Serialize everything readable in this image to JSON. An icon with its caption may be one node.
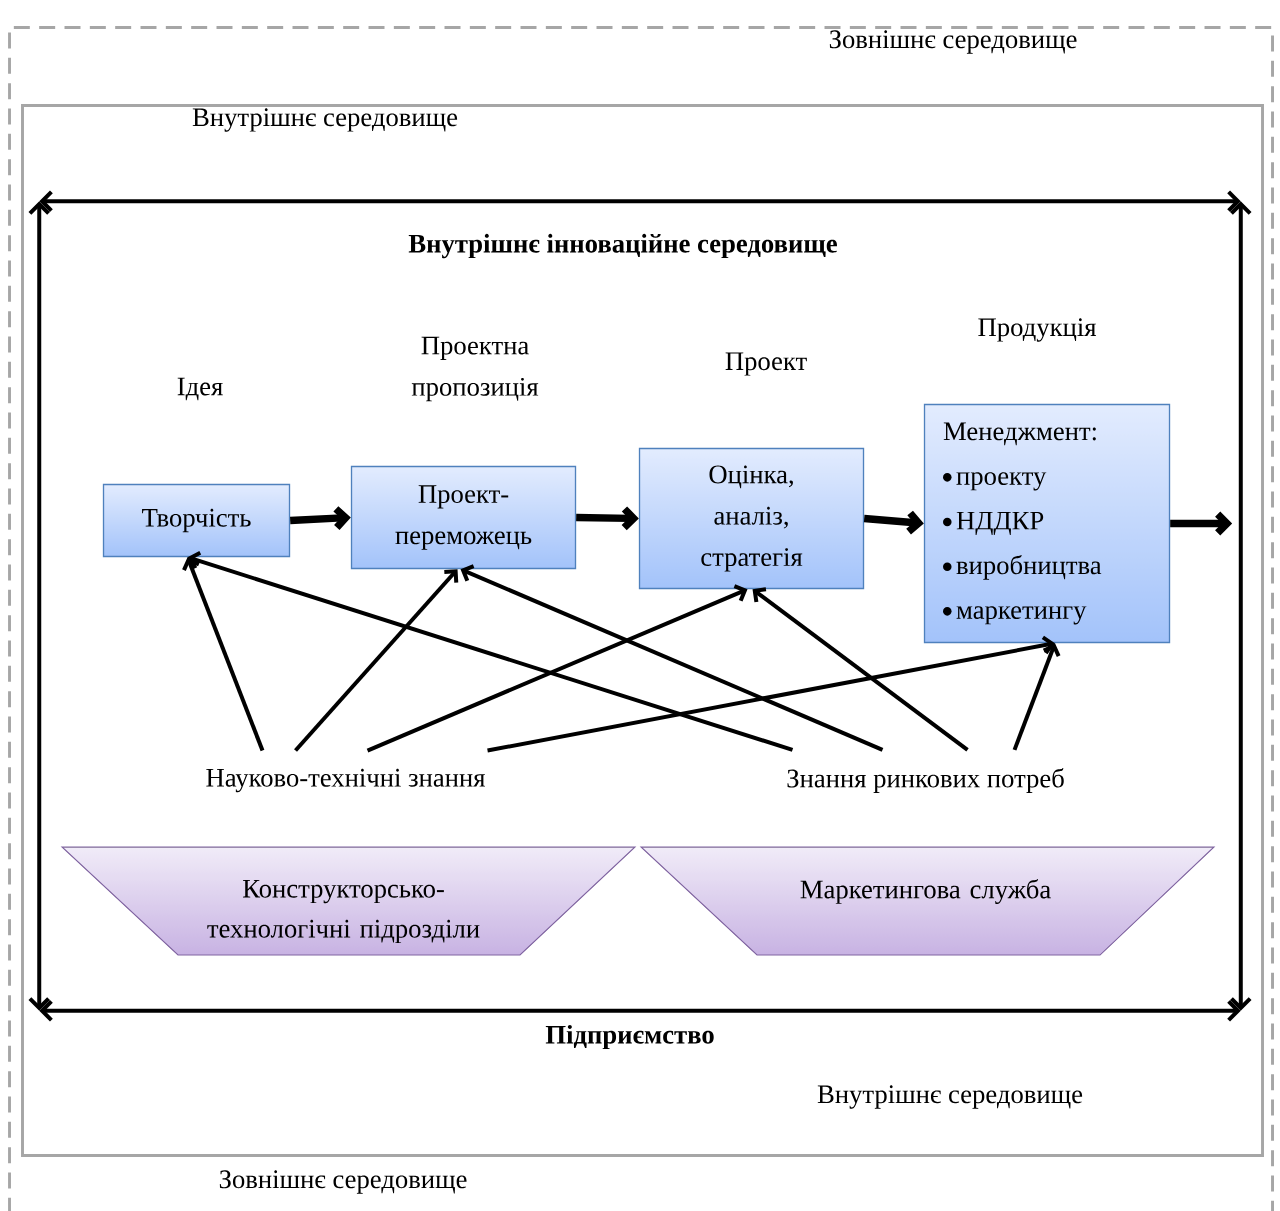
{
  "diagram": {
    "title": "Внутрішнє інноваційне середовище",
    "nodes": [
      {
        "text": [
          "Зовнішнє середовище",
          "Зовнішнє середовище"
        ]
      },
      {
        "text": [
          "Внутрішнє середовище",
          "Підприємство",
          "Внутрішнє середовище"
        ],
        "in": 0
      },
      {
        "text": [],
        "shape": "box",
        "in": 1
      },
      {
        "text": [
          "Творчість"
        ],
        "beside": [
          "Ідея"
        ],
        "in": 2
      },
      {
        "text": [
          "Проект-переможець"
        ],
        "beside": [
          "Проектна пропозиція"
        ],
        "in": 2
      },
      {
        "text": [
          "Оцінка, аналіз, стратегія"
        ],
        "beside": [
          "Проект"
        ],
        "in": 2
      },
      {
        "text": [
          "Менеджмент:",
          "проекту",
          "НДДКР",
          "виробництва",
          "маркетингу"
        ],
        "beside": [
          "Продукція"
        ],
        "in": 2
      },
      {
        "text": [
          "Науково-технічні знання"
        ],
        "in": 2
      },
      {
        "text": [
          "Знання ринкових потреб"
        ],
        "in": 2
      },
      {
        "text": [
          "Конструкторсько-технологічні підрозділи"
        ],
        "in": 2
      },
      {
        "text": [
          "Маркетингова служба"
        ],
        "in": 2
      }
    ],
    "edges": [
      {
        "from": 3,
        "to": 4,
        "arrow": "to",
        "style": "thick"
      },
      {
        "from": 4,
        "to": 5,
        "arrow": "to",
        "style": "thick"
      },
      {
        "from": 5,
        "to": 6,
        "arrow": "to",
        "style": "thick"
      },
      {
        "from": 6,
        "to": null,
        "arrow": "to",
        "style": "thick"
      },
      {
        "from": 7,
        "to": 3,
        "arrow": "to"
      },
      {
        "from": 7,
        "to": 4,
        "arrow": "to"
      },
      {
        "from": 7,
        "to": 5,
        "arrow": "to"
      },
      {
        "from": 7,
        "to": 6,
        "arrow": "to"
      },
      {
        "from": 8,
        "to": 3,
        "arrow": "to"
      },
      {
        "from": 8,
        "to": 4,
        "arrow": "to"
      },
      {
        "from": 8,
        "to": 5,
        "arrow": "to"
      },
      {
        "from": 8,
        "to": 6,
        "arrow": "to"
      }
    ]
  }
}
